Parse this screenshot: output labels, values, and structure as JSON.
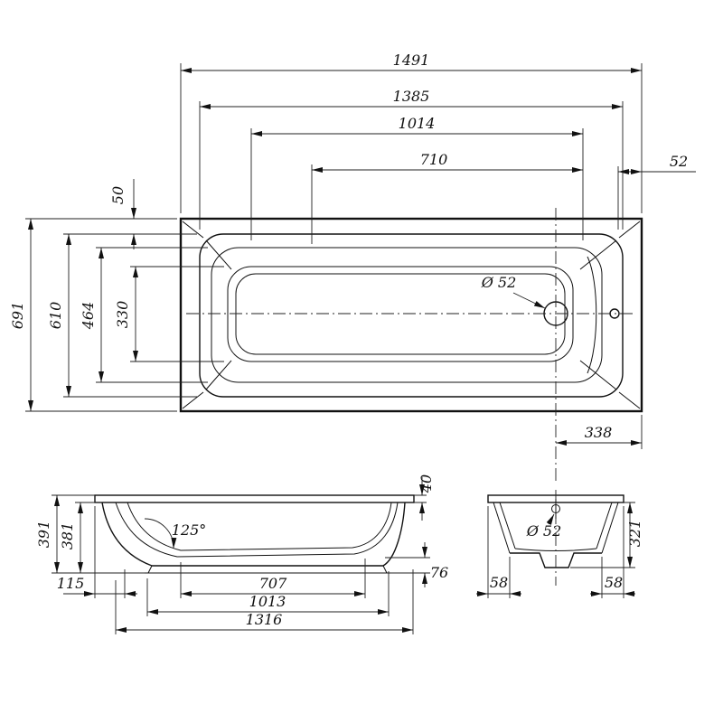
{
  "meta": {
    "background": "#ffffff",
    "line_color": "#111111",
    "drawing_type": "bathtub-dimension-drawing"
  },
  "top_view": {
    "d1491": "1491",
    "d1385": "1385",
    "d1014": "1014",
    "d710": "710",
    "d52_rim": "52",
    "d50_rim": "50",
    "d691": "691",
    "d610": "610",
    "d464": "464",
    "d330": "330",
    "drain_label": "Ø 52",
    "d338": "338"
  },
  "side_view": {
    "d40": "40",
    "d391": "391",
    "d381": "381",
    "angle": "125°",
    "d115": "115",
    "d707": "707",
    "d1013": "1013",
    "d1316": "1316",
    "d76": "76"
  },
  "end_view": {
    "overflow_label": "Ø 52",
    "d321": "321",
    "d58_left": "58",
    "d58_right": "58"
  }
}
